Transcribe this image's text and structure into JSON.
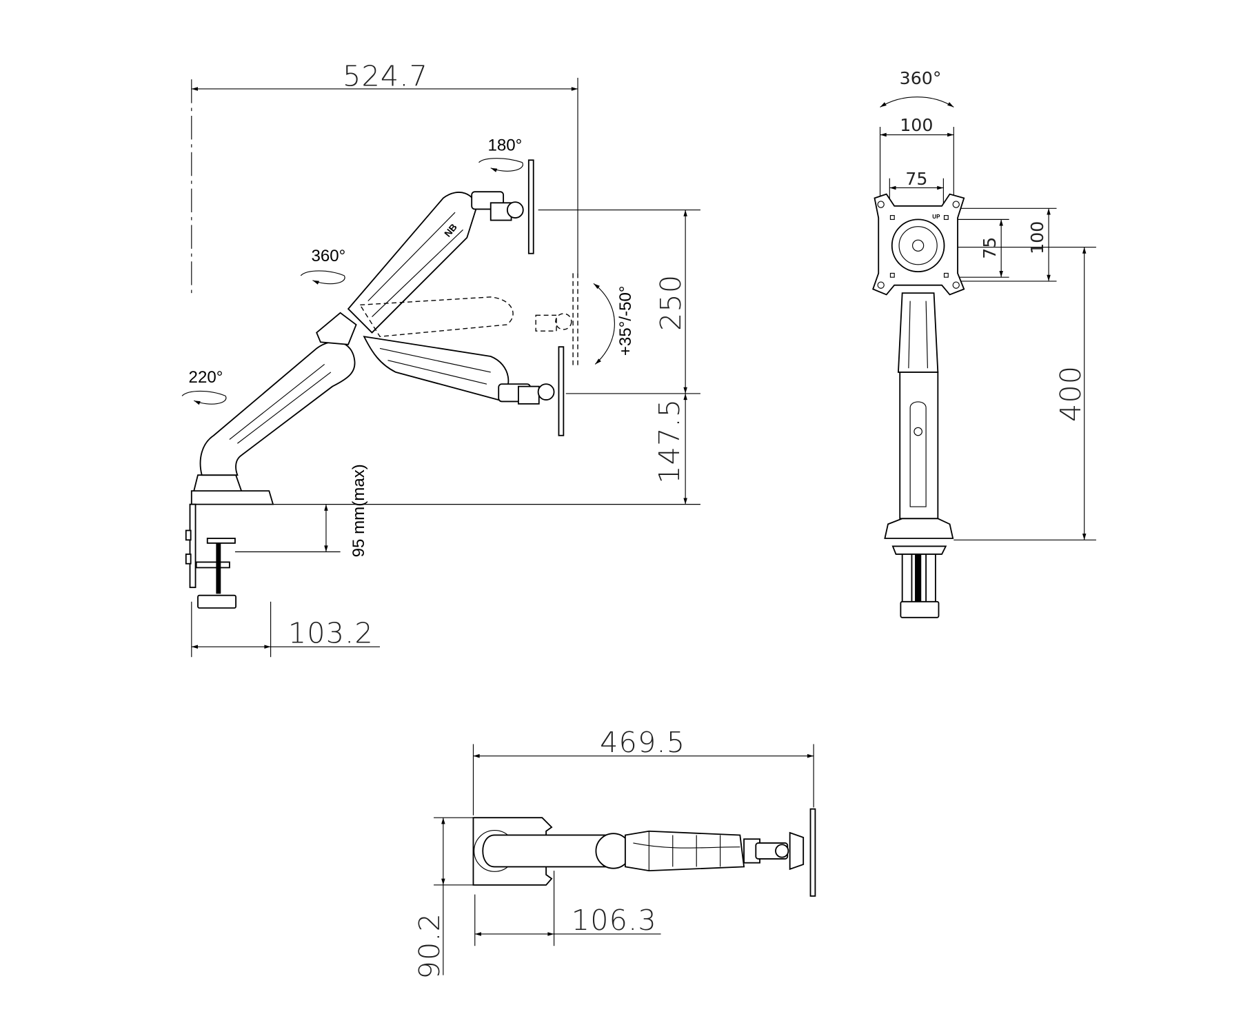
{
  "side_view": {
    "width_total": "524.7",
    "height_range": "250",
    "height_min": "147.5",
    "clamp_thickness": "95 mm(max)",
    "clamp_depth": "103.2",
    "tilt": "+35°/-50°",
    "rotate_head": "180°",
    "rotate_arm": "360°",
    "rotate_base": "220°"
  },
  "front_view": {
    "swivel": "360°",
    "vesa_large_h": "100",
    "vesa_small_h": "75",
    "vesa_small_v": "75",
    "vesa_large_v": "100",
    "pole_height": "400",
    "plate_mark": "UP"
  },
  "top_view": {
    "length": "469.5",
    "base_width": "90.2",
    "base_depth": "106.3"
  },
  "logo": "NB"
}
